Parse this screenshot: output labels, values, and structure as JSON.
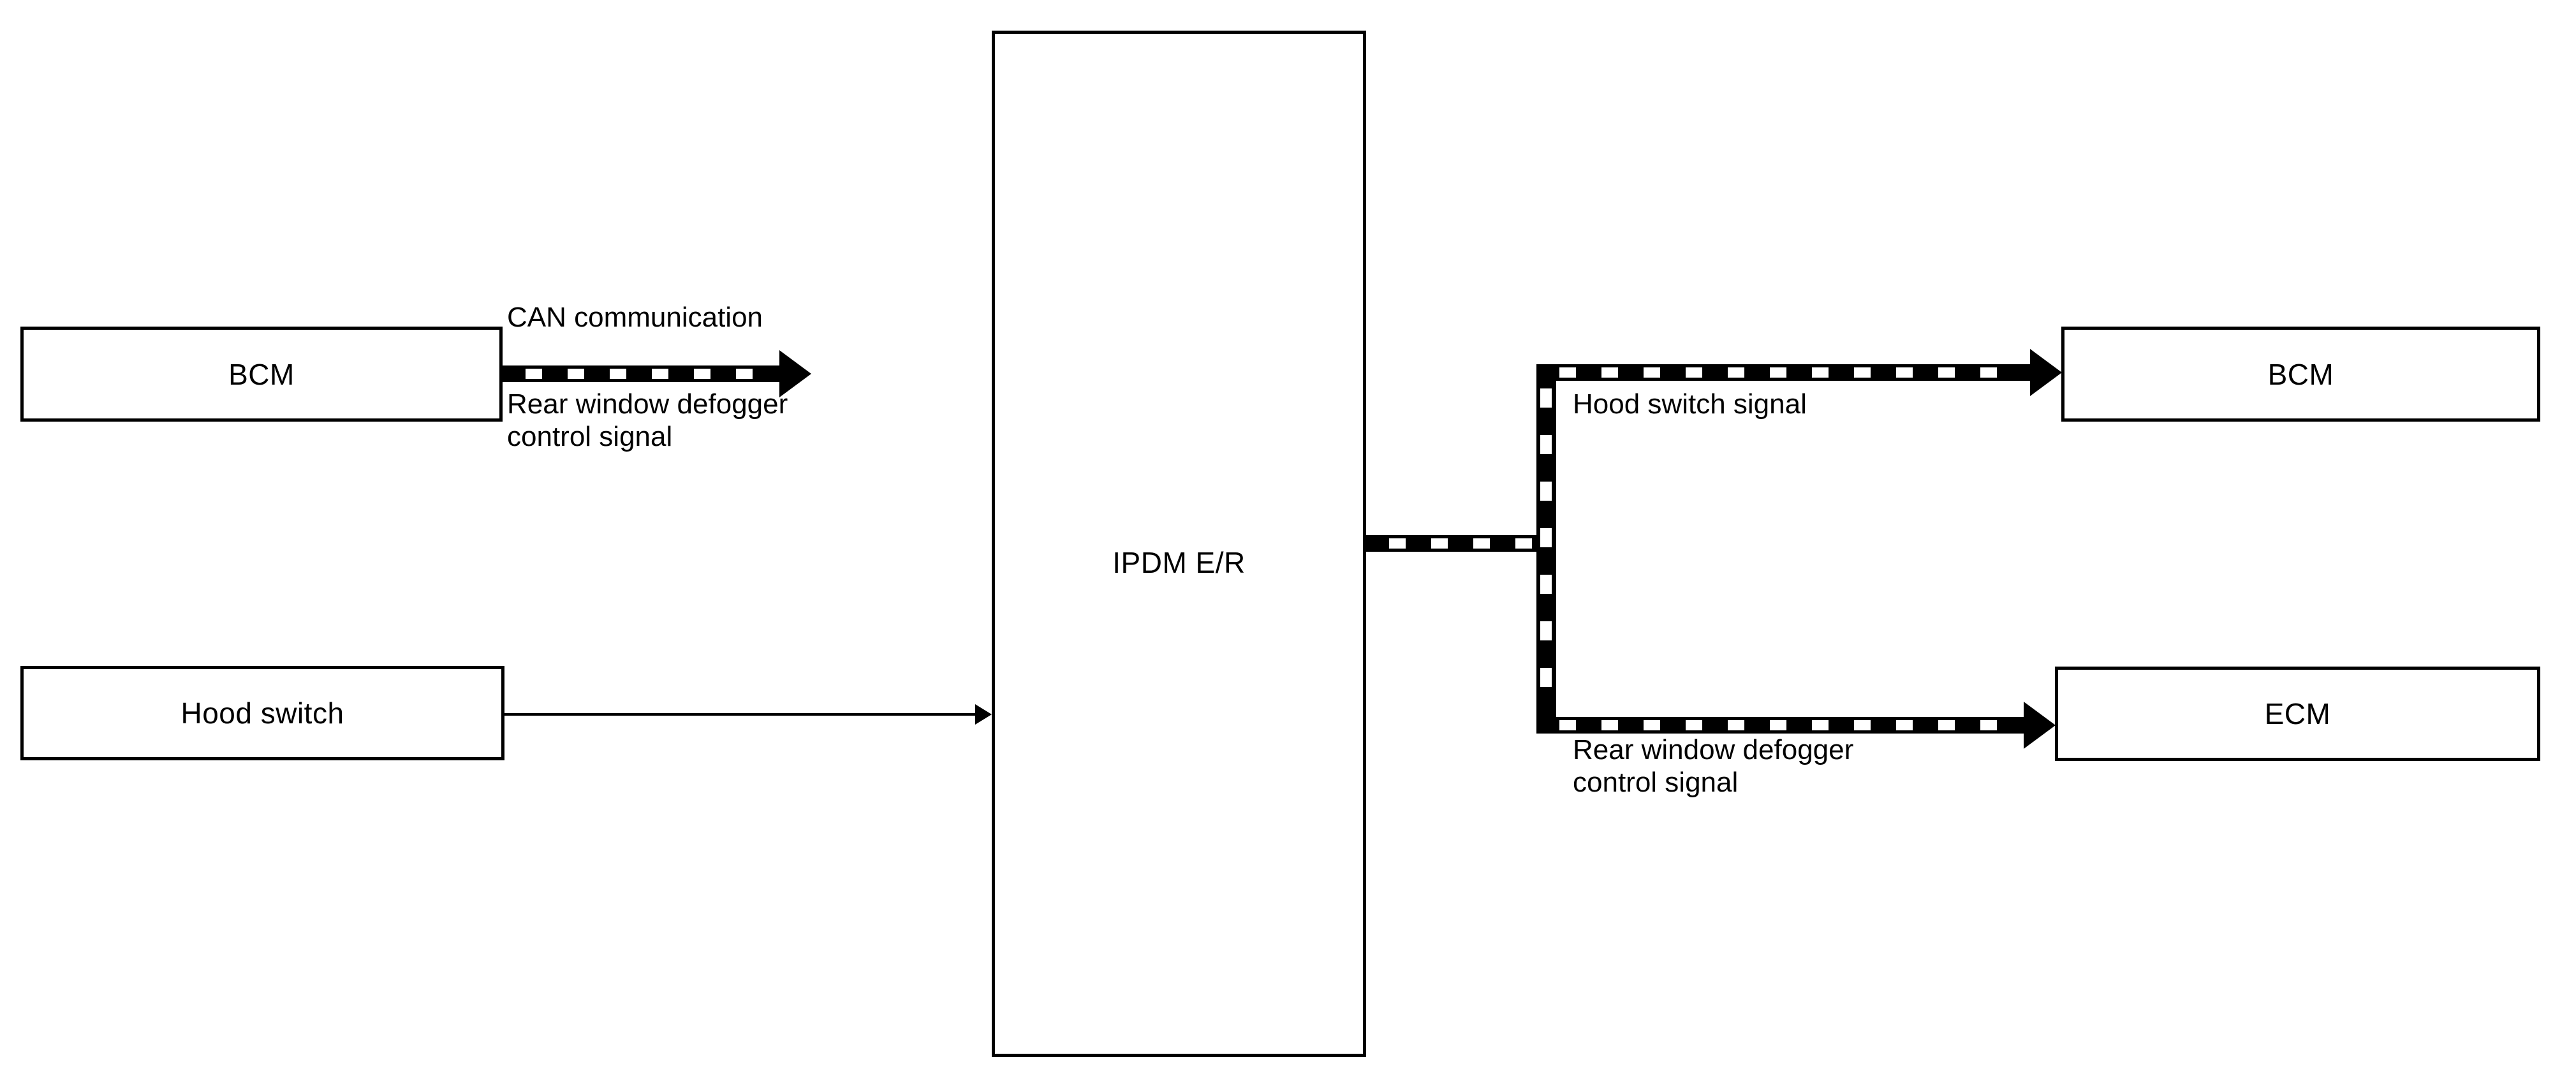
{
  "diagram": {
    "title": "IPDM E/R signal flow block diagram",
    "type": "block-diagram",
    "background_color": "#ffffff",
    "line_color": "#000000",
    "nodes": [
      {
        "id": "bcm-left",
        "label": "BCM"
      },
      {
        "id": "hood-switch",
        "label": "Hood switch"
      },
      {
        "id": "ipdm",
        "label": "IPDM E/R"
      },
      {
        "id": "bcm-right",
        "label": "BCM"
      },
      {
        "id": "ecm",
        "label": "ECM"
      }
    ],
    "edge_labels": {
      "can_communication": "CAN communication",
      "rear_window_defogger_left": "Rear window defogger\ncontrol signal",
      "hood_switch_signal": "Hood switch signal",
      "rear_window_defogger_right": "Rear window defogger\ncontrol signal"
    },
    "edges": [
      {
        "from": "bcm-left",
        "to": "ipdm",
        "style": "dashed-bar",
        "direction": "right",
        "labels": [
          "CAN communication",
          "Rear window defogger control signal"
        ]
      },
      {
        "from": "hood-switch",
        "to": "ipdm",
        "style": "thin-line",
        "direction": "right",
        "labels": []
      },
      {
        "from": "ipdm",
        "to": "bcm-right",
        "style": "dashed-bar",
        "direction": "right",
        "labels": [
          "Hood switch signal"
        ]
      },
      {
        "from": "ipdm",
        "to": "ecm",
        "style": "dashed-bar",
        "direction": "right",
        "labels": [
          "Rear window defogger control signal"
        ]
      }
    ]
  }
}
